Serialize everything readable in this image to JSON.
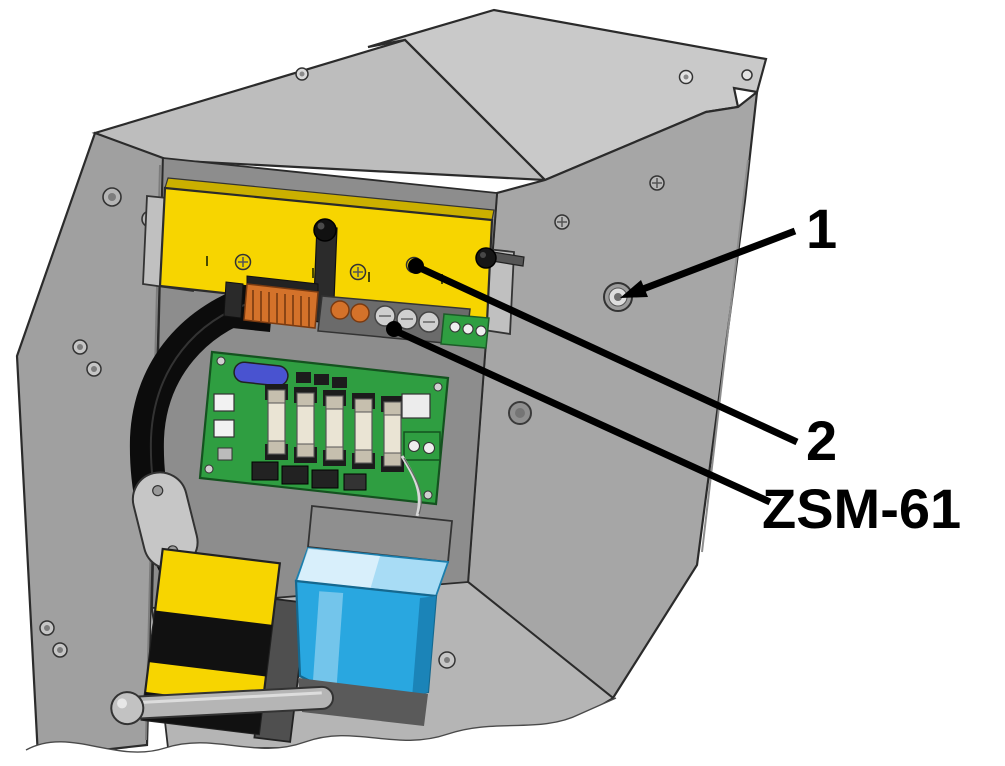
{
  "callouts": {
    "item1": {
      "label": "1"
    },
    "item2": {
      "label": "2"
    },
    "module": {
      "label": "ZSM-61"
    }
  },
  "colors": {
    "background": "#ffffff",
    "panel_yellow": "#f7d500",
    "pcb_green": "#2f9e41",
    "component_blue": "#29a7e0",
    "callout_black": "#000000"
  }
}
